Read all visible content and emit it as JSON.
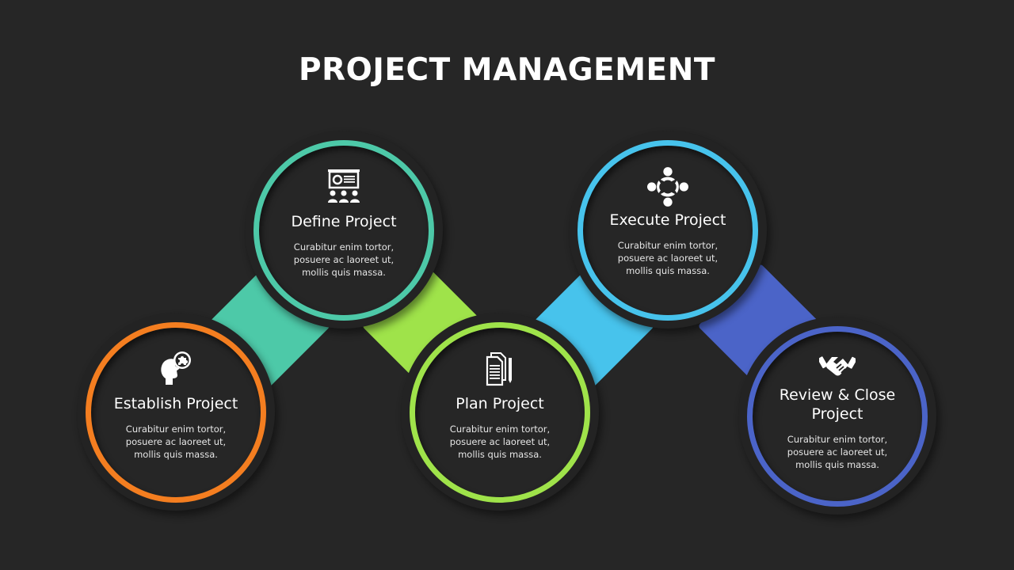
{
  "title": "PROJECT MANAGEMENT",
  "colors": {
    "background": "#262626",
    "orange": "#F47E20",
    "teal": "#4DC9A8",
    "green": "#9FE34A",
    "cyan": "#47C3EC",
    "blue": "#4B64C8"
  },
  "steps": [
    {
      "heading": "Establish Project",
      "description": "Curabitur enim tortor, posuere ac laoreet ut, mollis quis massa.",
      "icon": "head-puzzle-icon",
      "color": "#F47E20"
    },
    {
      "heading": "Define Project",
      "description": "Curabitur enim tortor, posuere ac laoreet ut, mollis quis massa.",
      "icon": "presentation-audience-icon",
      "color": "#4DC9A8"
    },
    {
      "heading": "Plan Project",
      "description": "Curabitur enim tortor, posuere ac laoreet ut, mollis quis massa.",
      "icon": "documents-pencil-icon",
      "color": "#9FE34A"
    },
    {
      "heading": "Execute Project",
      "description": "Curabitur enim tortor, posuere ac laoreet ut, mollis quis massa.",
      "icon": "team-circle-icon",
      "color": "#47C3EC"
    },
    {
      "heading": "Review & Close Project",
      "description": "Curabitur enim tortor, posuere ac laoreet ut, mollis quis massa.",
      "icon": "handshake-icon",
      "color": "#4B64C8"
    }
  ],
  "connectors": [
    {
      "color": "#4DC9A8"
    },
    {
      "color": "#9FE34A"
    },
    {
      "color": "#47C3EC"
    },
    {
      "color": "#4B64C8"
    }
  ]
}
